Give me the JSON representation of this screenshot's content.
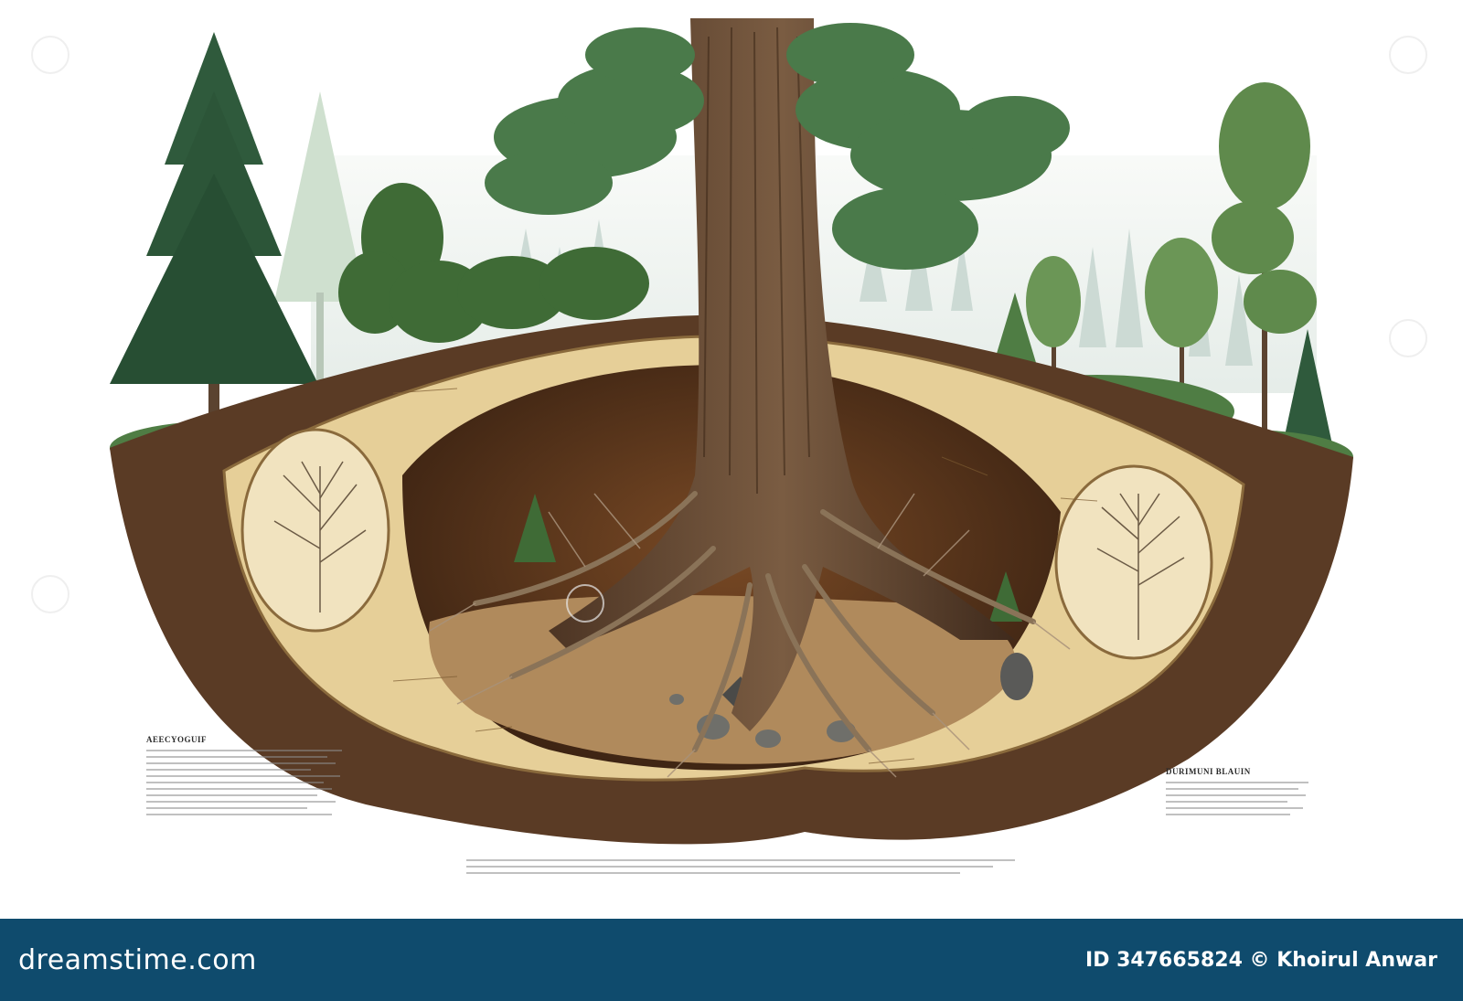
{
  "illustration": {
    "left_panel_heading": "AEECYOGUIF",
    "right_panel_heading": "DURIMUNI BLAUIN"
  },
  "footer": {
    "brand": "dreamstime.com",
    "credit": "ID 347665824 © Khoirul Anwar"
  },
  "colors": {
    "footer_bg": "#0f4b6d",
    "parchment": "#e6cf98",
    "soil_dark": "#4a2d17",
    "foliage": "#3f6b36"
  }
}
